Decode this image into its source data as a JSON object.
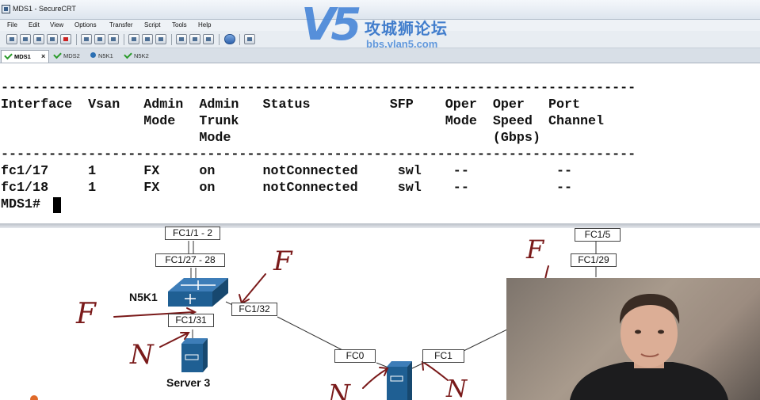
{
  "window": {
    "title": "MDS1 - SecureCRT"
  },
  "menu": [
    "File",
    "Edit",
    "View",
    "Options",
    "Transfer",
    "Script",
    "Tools",
    "Help"
  ],
  "tabs": [
    {
      "label": "MDS1",
      "active": true,
      "close": "×"
    },
    {
      "label": "MDS2",
      "active": false
    },
    {
      "label": "N5K1",
      "active": false
    },
    {
      "label": "N5K2",
      "active": false
    }
  ],
  "watermark": {
    "logo": "V5",
    "text": "攻城狮论坛",
    "url": "bbs.vlan5.com"
  },
  "terminal": {
    "rule": "--------------------------------------------------------------------------------",
    "header_lines": [
      "Interface  Vsan   Admin  Admin   Status          SFP    Oper  Oper   Port",
      "                  Mode   Trunk                          Mode  Speed  Channel",
      "                         Mode                                 (Gbps)"
    ],
    "rows": [
      "fc1/17     1      FX     on      notConnected     swl    --           --",
      "fc1/18     1      FX     on      notConnected     swl    --           --"
    ],
    "prompt": "MDS1# "
  },
  "diagram": {
    "port_labels": [
      "FC1/1 - 2",
      "FC1/27 - 28",
      "FC1/32",
      "FC1/31",
      "FC0",
      "FC1",
      "FC1/5",
      "FC1/29"
    ],
    "devices": {
      "switch": "N5K1",
      "server": "Server 3"
    },
    "annotations": [
      "F",
      "F",
      "F",
      "N",
      "N",
      "N"
    ]
  },
  "colors": {
    "switch_blue": "#1f5f93",
    "annotation": "#7a1a1a"
  }
}
